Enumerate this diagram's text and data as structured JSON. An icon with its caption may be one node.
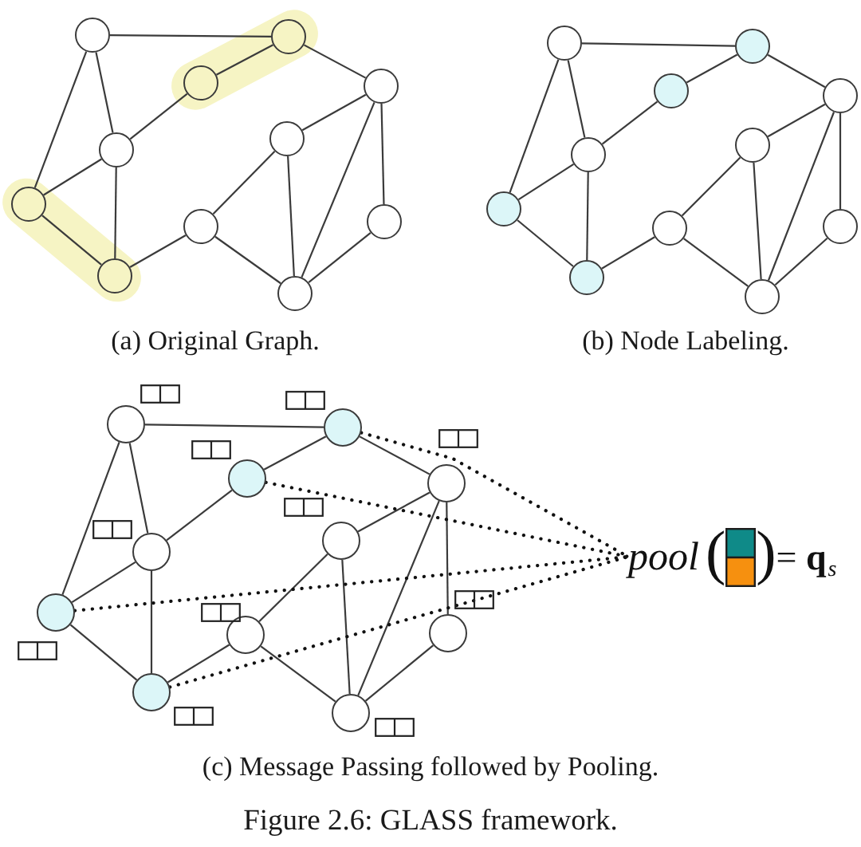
{
  "diagram": {
    "caption": "Figure 2.6: GLASS framework.",
    "nodes": [
      {
        "text": [],
        "shape": "circle"
      },
      {
        "text": [],
        "shape": "circle"
      },
      {
        "text": [],
        "shape": "circle"
      },
      {
        "text": [],
        "shape": "circle"
      },
      {
        "text": [],
        "shape": "circle"
      },
      {
        "text": [],
        "shape": "circle"
      },
      {
        "text": [],
        "shape": "circle"
      },
      {
        "text": [],
        "shape": "circle"
      },
      {
        "text": [],
        "shape": "circle"
      },
      {
        "text": [],
        "shape": "circle"
      },
      {
        "text": [],
        "shape": "circle"
      },
      {
        "text": [],
        "shape": "circle"
      },
      {
        "text": [],
        "shape": "circle"
      },
      {
        "text": [],
        "shape": "circle"
      },
      {
        "text": [],
        "shape": "circle"
      },
      {
        "text": [],
        "shape": "circle"
      },
      {
        "text": [],
        "shape": "circle"
      },
      {
        "text": [],
        "shape": "circle"
      },
      {
        "text": [],
        "shape": "circle"
      },
      {
        "text": [],
        "shape": "circle"
      },
      {
        "text": [],
        "shape": "circle"
      },
      {
        "text": [],
        "shape": "circle"
      },
      {
        "text": [],
        "shape": "circle"
      },
      {
        "text": [],
        "shape": "circle"
      },
      {
        "text": [],
        "shape": "circle"
      },
      {
        "text": [],
        "shape": "circle"
      },
      {
        "text": [],
        "shape": "circle"
      },
      {
        "text": [],
        "shape": "circle"
      },
      {
        "text": [],
        "shape": "circle"
      },
      {
        "text": [],
        "shape": "circle"
      },
      {
        "text": [],
        "shape": "circle"
      },
      {
        "text": [],
        "shape": "circle"
      },
      {
        "text": [],
        "shape": "circle"
      },
      {
        "text": [
          "pool",
          "(",
          ")",
          "= **q**$_{s}$"
        ]
      }
    ],
    "edges": [
      {
        "from": 0,
        "to": 1,
        "arrow": "none"
      },
      {
        "from": 0,
        "to": 4,
        "arrow": "none"
      },
      {
        "from": 0,
        "to": 6,
        "arrow": "none"
      },
      {
        "from": 1,
        "to": 2,
        "arrow": "none"
      },
      {
        "from": 1,
        "to": 3,
        "arrow": "none"
      },
      {
        "from": 2,
        "to": 4,
        "arrow": "none"
      },
      {
        "from": 4,
        "to": 6,
        "arrow": "none"
      },
      {
        "from": 4,
        "to": 9,
        "arrow": "none"
      },
      {
        "from": 6,
        "to": 9,
        "arrow": "none"
      },
      {
        "from": 7,
        "to": 9,
        "arrow": "none"
      },
      {
        "from": 5,
        "to": 7,
        "arrow": "none"
      },
      {
        "from": 7,
        "to": 10,
        "arrow": "none"
      },
      {
        "from": 3,
        "to": 5,
        "arrow": "none"
      },
      {
        "from": 5,
        "to": 10,
        "arrow": "none"
      },
      {
        "from": 3,
        "to": 10,
        "arrow": "none"
      },
      {
        "from": 3,
        "to": 8,
        "arrow": "none"
      },
      {
        "from": 8,
        "to": 10,
        "arrow": "none"
      },
      {
        "from": 11,
        "to": 12,
        "arrow": "none"
      },
      {
        "from": 11,
        "to": 15,
        "arrow": "none"
      },
      {
        "from": 11,
        "to": 17,
        "arrow": "none"
      },
      {
        "from": 12,
        "to": 13,
        "arrow": "none"
      },
      {
        "from": 12,
        "to": 14,
        "arrow": "none"
      },
      {
        "from": 13,
        "to": 15,
        "arrow": "none"
      },
      {
        "from": 15,
        "to": 17,
        "arrow": "none"
      },
      {
        "from": 15,
        "to": 20,
        "arrow": "none"
      },
      {
        "from": 17,
        "to": 20,
        "arrow": "none"
      },
      {
        "from": 18,
        "to": 20,
        "arrow": "none"
      },
      {
        "from": 16,
        "to": 18,
        "arrow": "none"
      },
      {
        "from": 18,
        "to": 21,
        "arrow": "none"
      },
      {
        "from": 14,
        "to": 16,
        "arrow": "none"
      },
      {
        "from": 16,
        "to": 21,
        "arrow": "none"
      },
      {
        "from": 14,
        "to": 21,
        "arrow": "none"
      },
      {
        "from": 14,
        "to": 19,
        "arrow": "none"
      },
      {
        "from": 19,
        "to": 21,
        "arrow": "none"
      },
      {
        "from": 22,
        "to": 23,
        "arrow": "none"
      },
      {
        "from": 22,
        "to": 26,
        "arrow": "none"
      },
      {
        "from": 22,
        "to": 28,
        "arrow": "none"
      },
      {
        "from": 23,
        "to": 24,
        "arrow": "none"
      },
      {
        "from": 23,
        "to": 25,
        "arrow": "none"
      },
      {
        "from": 24,
        "to": 26,
        "arrow": "none"
      },
      {
        "from": 26,
        "to": 28,
        "arrow": "none"
      },
      {
        "from": 26,
        "to": 31,
        "arrow": "none"
      },
      {
        "from": 28,
        "to": 31,
        "arrow": "none"
      },
      {
        "from": 29,
        "to": 31,
        "arrow": "none"
      },
      {
        "from": 27,
        "to": 29,
        "arrow": "none"
      },
      {
        "from": 29,
        "to": 32,
        "arrow": "none"
      },
      {
        "from": 25,
        "to": 27,
        "arrow": "none"
      },
      {
        "from": 27,
        "to": 32,
        "arrow": "none"
      },
      {
        "from": 25,
        "to": 32,
        "arrow": "none"
      },
      {
        "from": 25,
        "to": 30,
        "arrow": "none"
      },
      {
        "from": 30,
        "to": 32,
        "arrow": "none"
      },
      {
        "from": 23,
        "to": 33,
        "arrow": "none",
        "style": "dashed"
      },
      {
        "from": 24,
        "to": 33,
        "arrow": "none",
        "style": "dashed"
      },
      {
        "from": 28,
        "to": 33,
        "arrow": "none",
        "style": "dashed"
      },
      {
        "from": 31,
        "to": 33,
        "arrow": "none",
        "style": "dashed"
      }
    ],
    "labels": [
      "(a) Original Graph.",
      "(b) Node Labeling.",
      "(c) Message Passing followed by Pooling."
    ]
  }
}
